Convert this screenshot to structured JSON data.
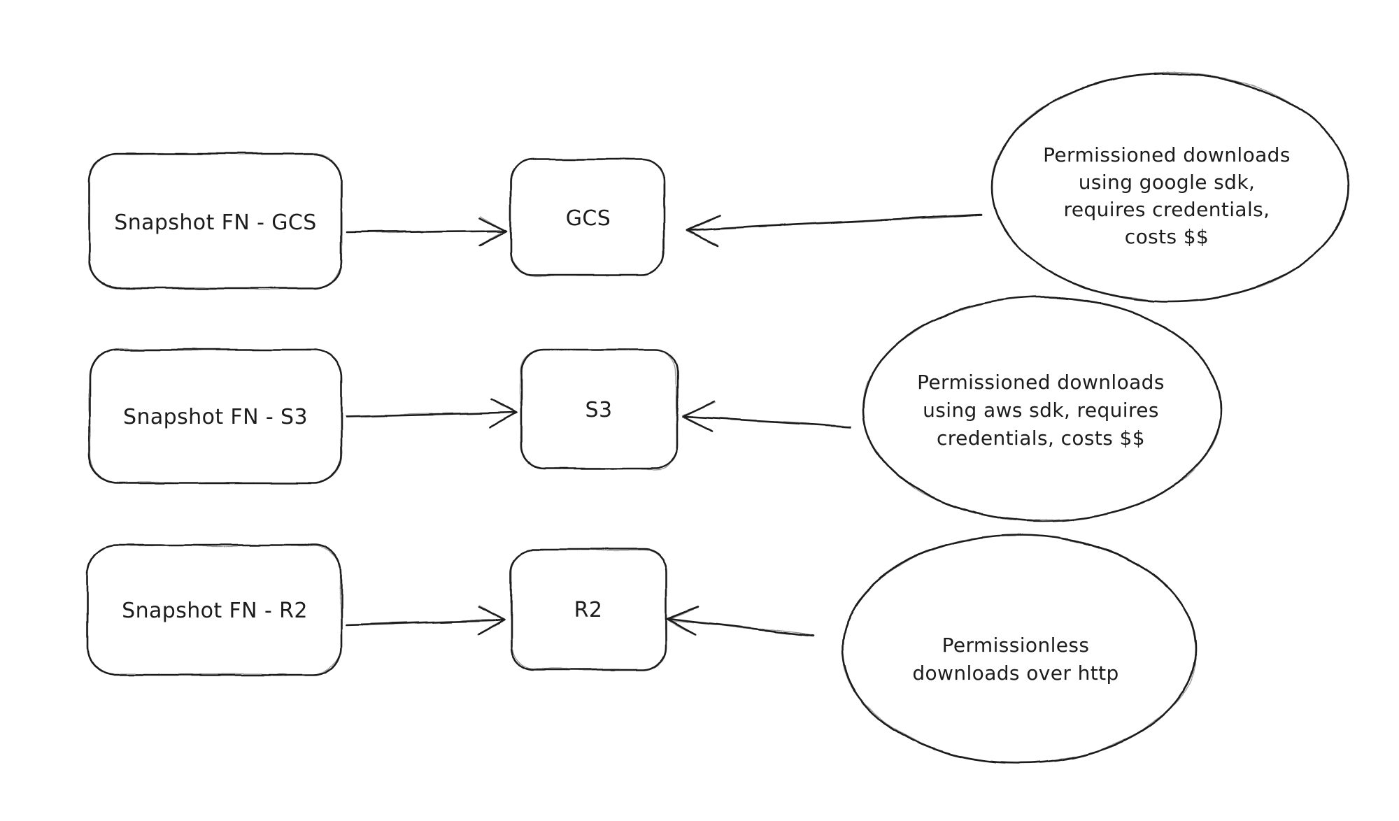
{
  "diagram": {
    "colors": {
      "canvas_bg": "#ffffff",
      "stroke": "#1e1e1e",
      "text": "#1c1c1c"
    },
    "rows": [
      {
        "source_label": "Snapshot FN - GCS",
        "target_label": "GCS",
        "note_lines": [
          "Permissioned downloads",
          "using google sdk,",
          "requires credentials,",
          "costs $$"
        ]
      },
      {
        "source_label": "Snapshot FN - S3",
        "target_label": "S3",
        "note_lines": [
          "Permissioned downloads",
          "using aws sdk, requires",
          "credentials, costs $$"
        ]
      },
      {
        "source_label": "Snapshot FN - R2",
        "target_label": "R2",
        "note_lines": [
          "Permissionless",
          "downloads over http"
        ]
      }
    ]
  }
}
